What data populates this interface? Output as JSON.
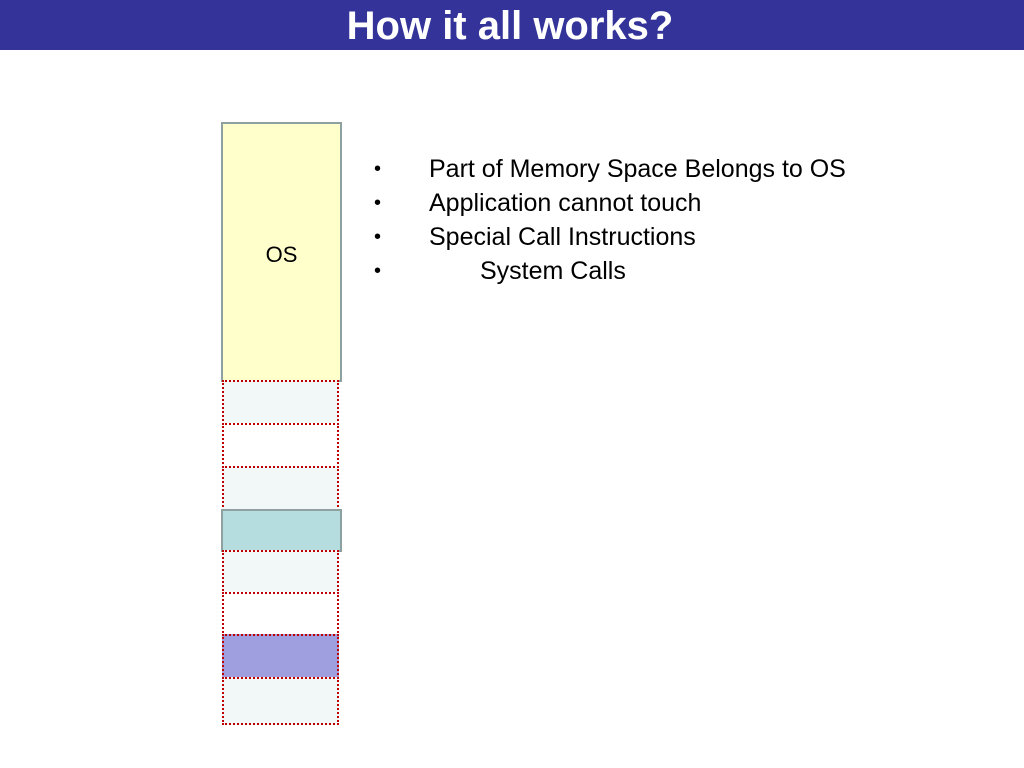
{
  "slide": {
    "title": "How it all works?"
  },
  "memory": {
    "os_label": "OS",
    "blocks": [
      {
        "style": "dotted",
        "fill": "#f2f8f8"
      },
      {
        "style": "dotted",
        "fill": "#ffffff"
      },
      {
        "style": "dotted",
        "fill": "#f2f8f8"
      },
      {
        "style": "solid",
        "fill": "#b5dde0"
      },
      {
        "style": "dotted",
        "fill": "#f2f8f8"
      },
      {
        "style": "dotted",
        "fill": "#ffffff"
      },
      {
        "style": "dotted",
        "fill": "#9f9fe0"
      },
      {
        "style": "dotted",
        "fill": "#f2f8f8"
      }
    ]
  },
  "bullets": [
    {
      "text": "Part of Memory Space Belongs to OS",
      "indent": false
    },
    {
      "text": "Application cannot touch",
      "indent": false
    },
    {
      "text": "Special Call Instructions",
      "indent": false
    },
    {
      "text": "System Calls",
      "indent": true
    }
  ],
  "colors": {
    "title_bar": "#333399",
    "title_text": "#ffffff",
    "os_fill": "#ffffcc",
    "dotted_border": "#c00000",
    "solid_border": "#8da1a1"
  }
}
